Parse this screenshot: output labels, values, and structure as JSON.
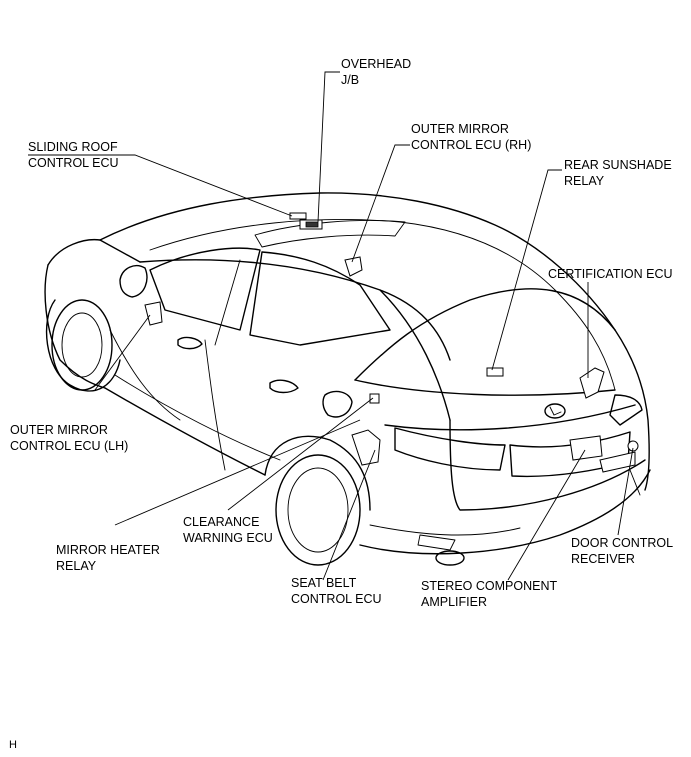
{
  "labels": {
    "overhead_jb": [
      "OVERHEAD",
      "J/B"
    ],
    "outer_mirror_rh": [
      "OUTER MIRROR",
      "CONTROL ECU (RH)"
    ],
    "sliding_roof": [
      "SLIDING ROOF",
      "CONTROL ECU"
    ],
    "rear_sunshade": [
      "REAR SUNSHADE",
      "RELAY"
    ],
    "certification": [
      "CERTIFICATION ECU"
    ],
    "outer_mirror_lh": [
      "OUTER MIRROR",
      "CONTROL ECU (LH)"
    ],
    "clearance_warning": [
      "CLEARANCE",
      "WARNING ECU"
    ],
    "mirror_heater": [
      "MIRROR HEATER",
      "RELAY"
    ],
    "door_control": [
      "DOOR CONTROL",
      "RECEIVER"
    ],
    "seat_belt": [
      "SEAT BELT",
      "CONTROL ECU"
    ],
    "stereo": [
      "STEREO COMPONENT",
      "AMPLIFIER"
    ]
  },
  "footer": {
    "code": "H"
  }
}
